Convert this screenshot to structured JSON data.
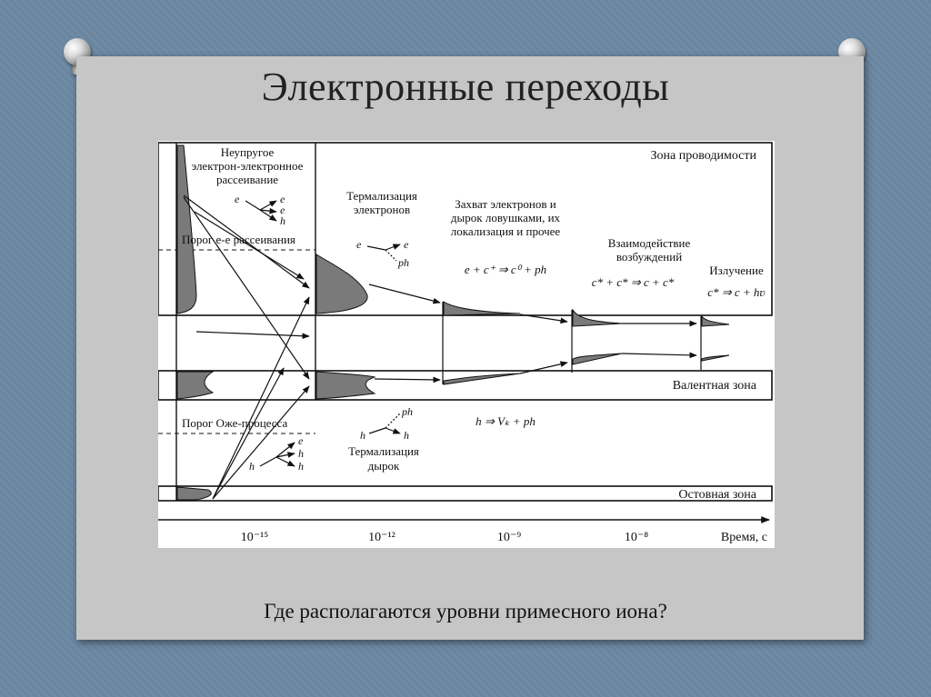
{
  "slide": {
    "title": "Электронные переходы",
    "question": "Где располагаются уровни примесного иона?"
  },
  "diagram": {
    "zones": {
      "conduction": "Зона проводимости",
      "valence": "Валентная зона",
      "core": "Остовная зона"
    },
    "thresholds": {
      "ee": "Порог е-е рассеивания",
      "auger": "Порог Оже-процесса"
    },
    "process_labels": {
      "inelastic": [
        "Неупругое",
        "электрон-электронное",
        "рассеивание"
      ],
      "thermal_electrons": [
        "Термализация",
        "электронов"
      ],
      "capture": [
        "Захват электронов и",
        "дырок ловушками, их",
        "локализация и прочее"
      ],
      "interaction": [
        "Взаимодействие",
        "возбуждений"
      ],
      "emission": "Излучение",
      "thermal_holes": [
        "Термализация",
        "дырок"
      ]
    },
    "reactions": {
      "capture": "e + c⁺ ⇒ c⁰ + ph",
      "interaction": "c* + c* ⇒ c + c*",
      "emission": "c* ⇒ c + hʋ",
      "hole": "h ⇒ Vₖ + ph"
    },
    "time_axis": {
      "ticks": [
        "10⁻¹⁵",
        "10⁻¹²",
        "10⁻⁹",
        "10⁻⁸"
      ],
      "label": "Время, с"
    }
  }
}
